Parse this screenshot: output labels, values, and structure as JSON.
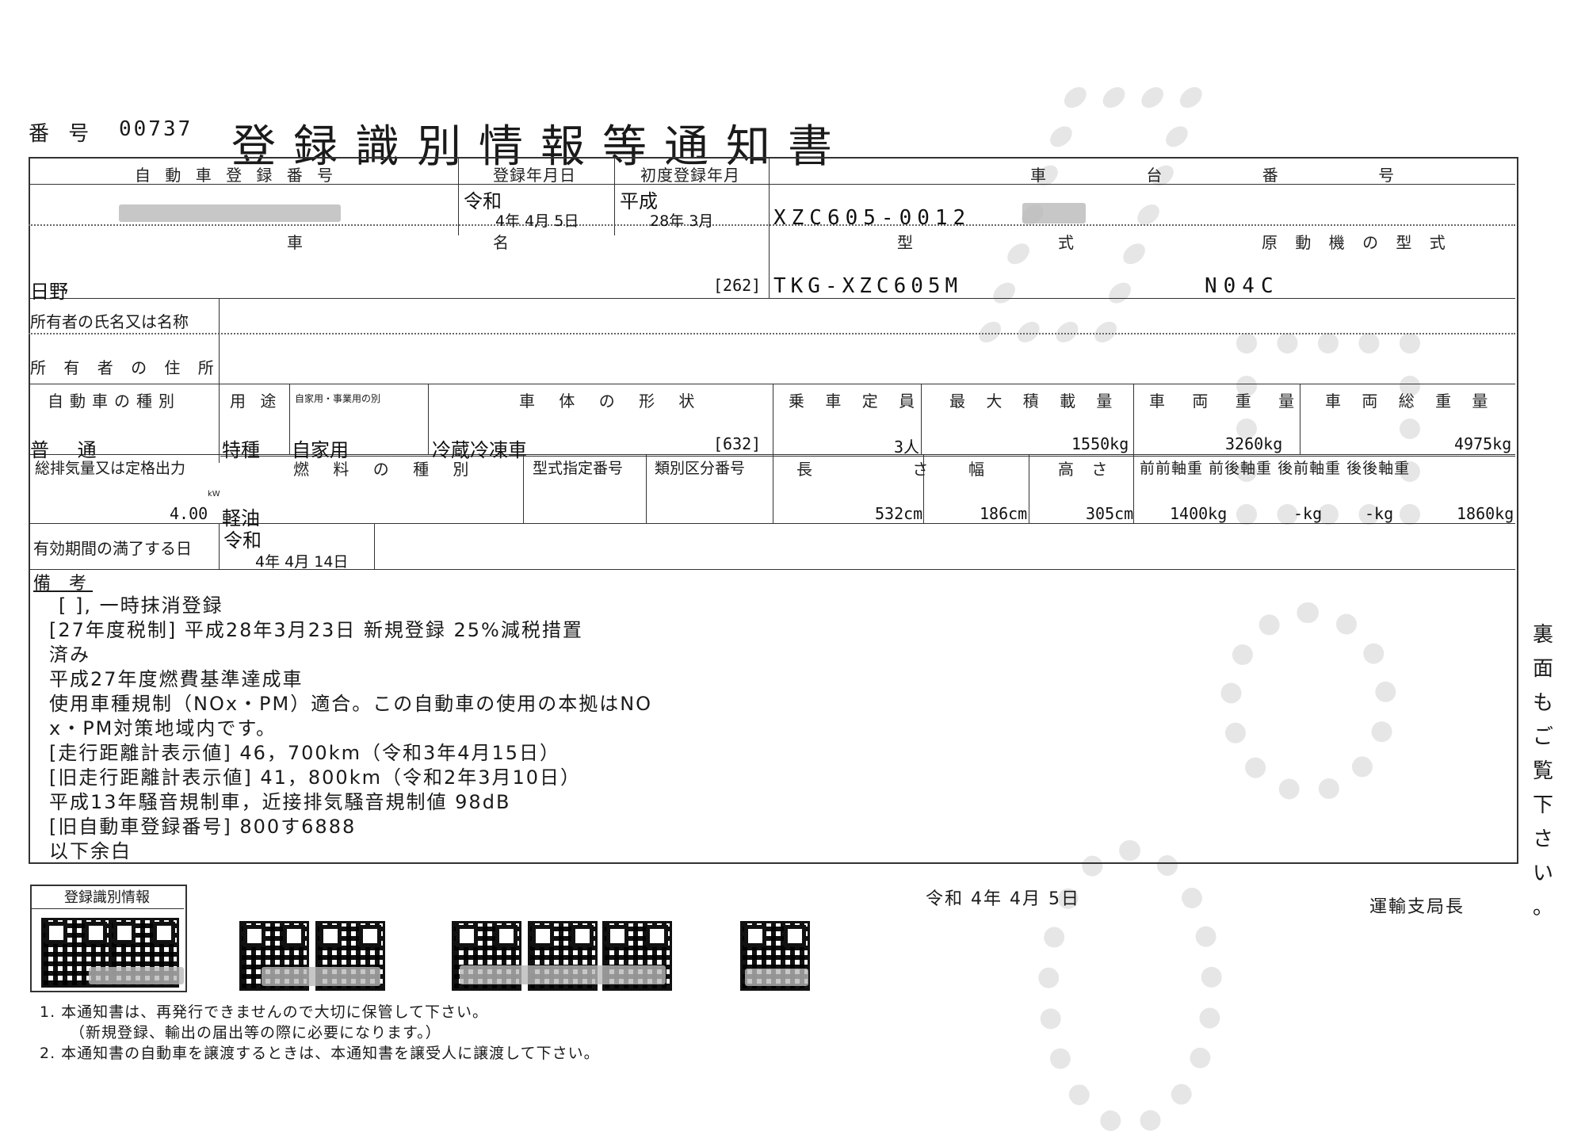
{
  "header": {
    "number_label": "番 号",
    "number_value": "00737",
    "title": "登録識別情報等通知書"
  },
  "labels": {
    "registration_number": "自 動 車 登 録 番 号",
    "registration_date": "登録年月日",
    "first_registration": "初度登録年月",
    "chassis_number": "車 台 番 号",
    "vehicle_name_1": "車",
    "vehicle_name_2": "名",
    "model_1": "型",
    "model_2": "式",
    "engine_model": "原 動 機 の 型 式",
    "owner_name": "所有者の氏名又は名称",
    "owner_address": "所 有 者 の 住 所",
    "vehicle_type": "自動車の種別",
    "use": "用 途",
    "private_business": "自家用・事業用の別",
    "body_shape": "車 体 の 形 状",
    "capacity": "乗 車 定 員",
    "max_load": "最 大 積 載 量",
    "vehicle_weight": "車 両 重 量",
    "gross_weight": "車 両 総 重 量",
    "displacement": "総排気量又は定格出力",
    "fuel_type": "燃 料 の 種 別",
    "type_designation": "型式指定番号",
    "category_number": "類別区分番号",
    "length": "長 さ",
    "width": "幅",
    "height": "高 さ",
    "axle_weights": "前前軸重 前後軸重 後前軸重 後後軸重",
    "expiry": "有効期間の満了する日",
    "remarks": "備 考",
    "qr_box": "登録識別情報"
  },
  "values": {
    "reg_era": "令和",
    "reg_date": "4年 4月 5日",
    "first_era": "平成",
    "first_date": "28年 3月",
    "chassis": "XZC605-0012",
    "vehicle_name": "日野",
    "code_262": "[262]",
    "model": "TKG-XZC605M",
    "engine": "N04C",
    "vehicle_type": "普 通",
    "use": "特種",
    "private": "自家用",
    "body": "冷蔵冷凍車",
    "code_632": "[632]",
    "capacity": "3人",
    "max_load": "1550kg",
    "weight": "3260kg",
    "gross": "4975kg",
    "displacement": "4.00",
    "disp_unit": "kW",
    "fuel": "軽油",
    "length": "532cm",
    "width": "186cm",
    "height": "305cm",
    "axle_ff": "1400kg",
    "axle_fr": "-kg",
    "axle_rf": "-kg",
    "axle_rr": "1860kg",
    "expiry_era": "令和",
    "expiry_date": "4年 4月 14日"
  },
  "remarks": [
    "[ ], 一時抹消登録",
    "[27年度税制] 平成28年3月23日 新規登録 25%減税措置",
    "済み",
    "平成27年度燃費基準達成車",
    "使用車種規制（NOx・PM）適合。この自動車の使用の本拠はNO",
    "x・PM対策地域内です。",
    "[走行距離計表示値] 46，700km（令和3年4月15日）",
    "[旧走行距離計表示値] 41，800km（令和2年3月10日）",
    "平成13年騒音規制車，近接排気騒音規制値 98dB",
    "[旧自動車登録番号] 800す6888",
    "以下余白"
  ],
  "side_note": [
    "裏",
    "面",
    "も",
    "ご",
    "覧",
    "下",
    "さ",
    "い",
    "。"
  ],
  "footer": {
    "issue_date": "令和 4年 4月 5日",
    "issuer": "運輸支局長",
    "notes": [
      "1. 本通知書は、再発行できませんので大切に保管して下さい。",
      "（新規登録、輸出の届出等の際に必要になります。）",
      "2. 本通知書の自動車を譲渡するときは、本通知書を譲受人に譲渡して下さい。"
    ]
  },
  "icons": [
    "qr-code"
  ]
}
